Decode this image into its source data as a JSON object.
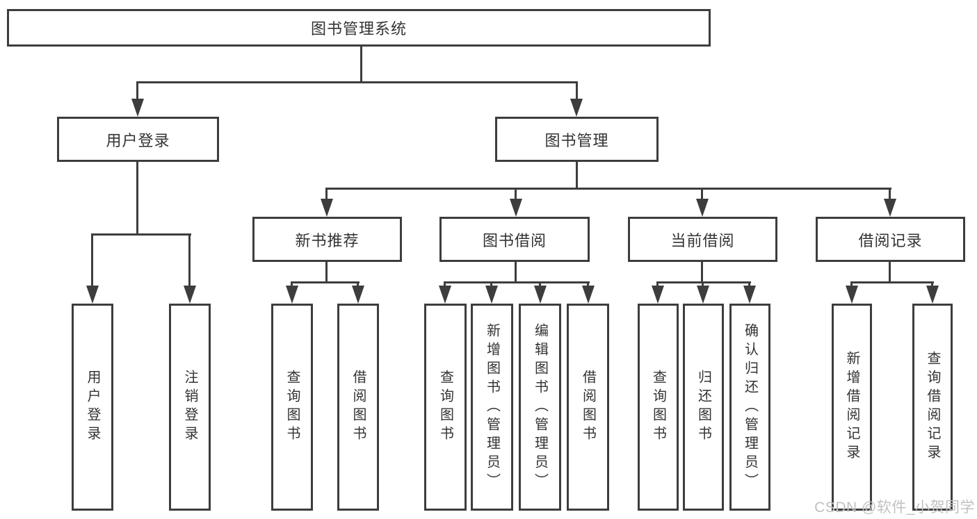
{
  "tree": {
    "root": {
      "label": "图书管理系统",
      "children": [
        {
          "label": "用户登录",
          "children": [
            {
              "label": "用户登录"
            },
            {
              "label": "注销登录"
            }
          ]
        },
        {
          "label": "图书管理",
          "children": [
            {
              "label": "新书推荐",
              "children": [
                {
                  "label": "查询图书"
                },
                {
                  "label": "借阅图书"
                }
              ]
            },
            {
              "label": "图书借阅",
              "children": [
                {
                  "label": "查询图书"
                },
                {
                  "label": "新增图书（管理员）"
                },
                {
                  "label": "编辑图书（管理员）"
                },
                {
                  "label": "借阅图书"
                }
              ]
            },
            {
              "label": "当前借阅",
              "children": [
                {
                  "label": "查询图书"
                },
                {
                  "label": "归还图书"
                },
                {
                  "label": "确认归还（管理员）"
                }
              ]
            },
            {
              "label": "借阅记录",
              "children": [
                {
                  "label": "新增借阅记录"
                },
                {
                  "label": "查询借阅记录"
                }
              ]
            }
          ]
        }
      ]
    }
  },
  "watermark": {
    "text": "CSDN @软件_小贺同学"
  },
  "colors": {
    "line": "#3d3d3d",
    "box_border": "#3d3d3d",
    "text": "#333333",
    "watermark": "#c0c0c0",
    "background": "#ffffff"
  }
}
